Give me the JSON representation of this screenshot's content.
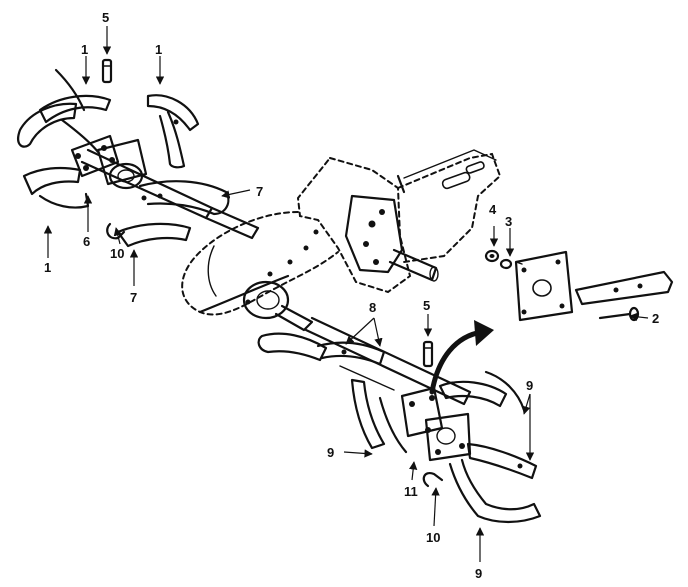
{
  "callouts": {
    "c1a": "1",
    "c1b": "1",
    "c1c": "1",
    "c2": "2",
    "c3": "3",
    "c4": "4",
    "c5a": "5",
    "c5b": "5",
    "c6": "6",
    "c7a": "7",
    "c7b": "7",
    "c8": "8",
    "c9a": "9",
    "c9b": "9",
    "c9c": "9",
    "c10a": "10",
    "c10b": "10",
    "c11": "11"
  }
}
